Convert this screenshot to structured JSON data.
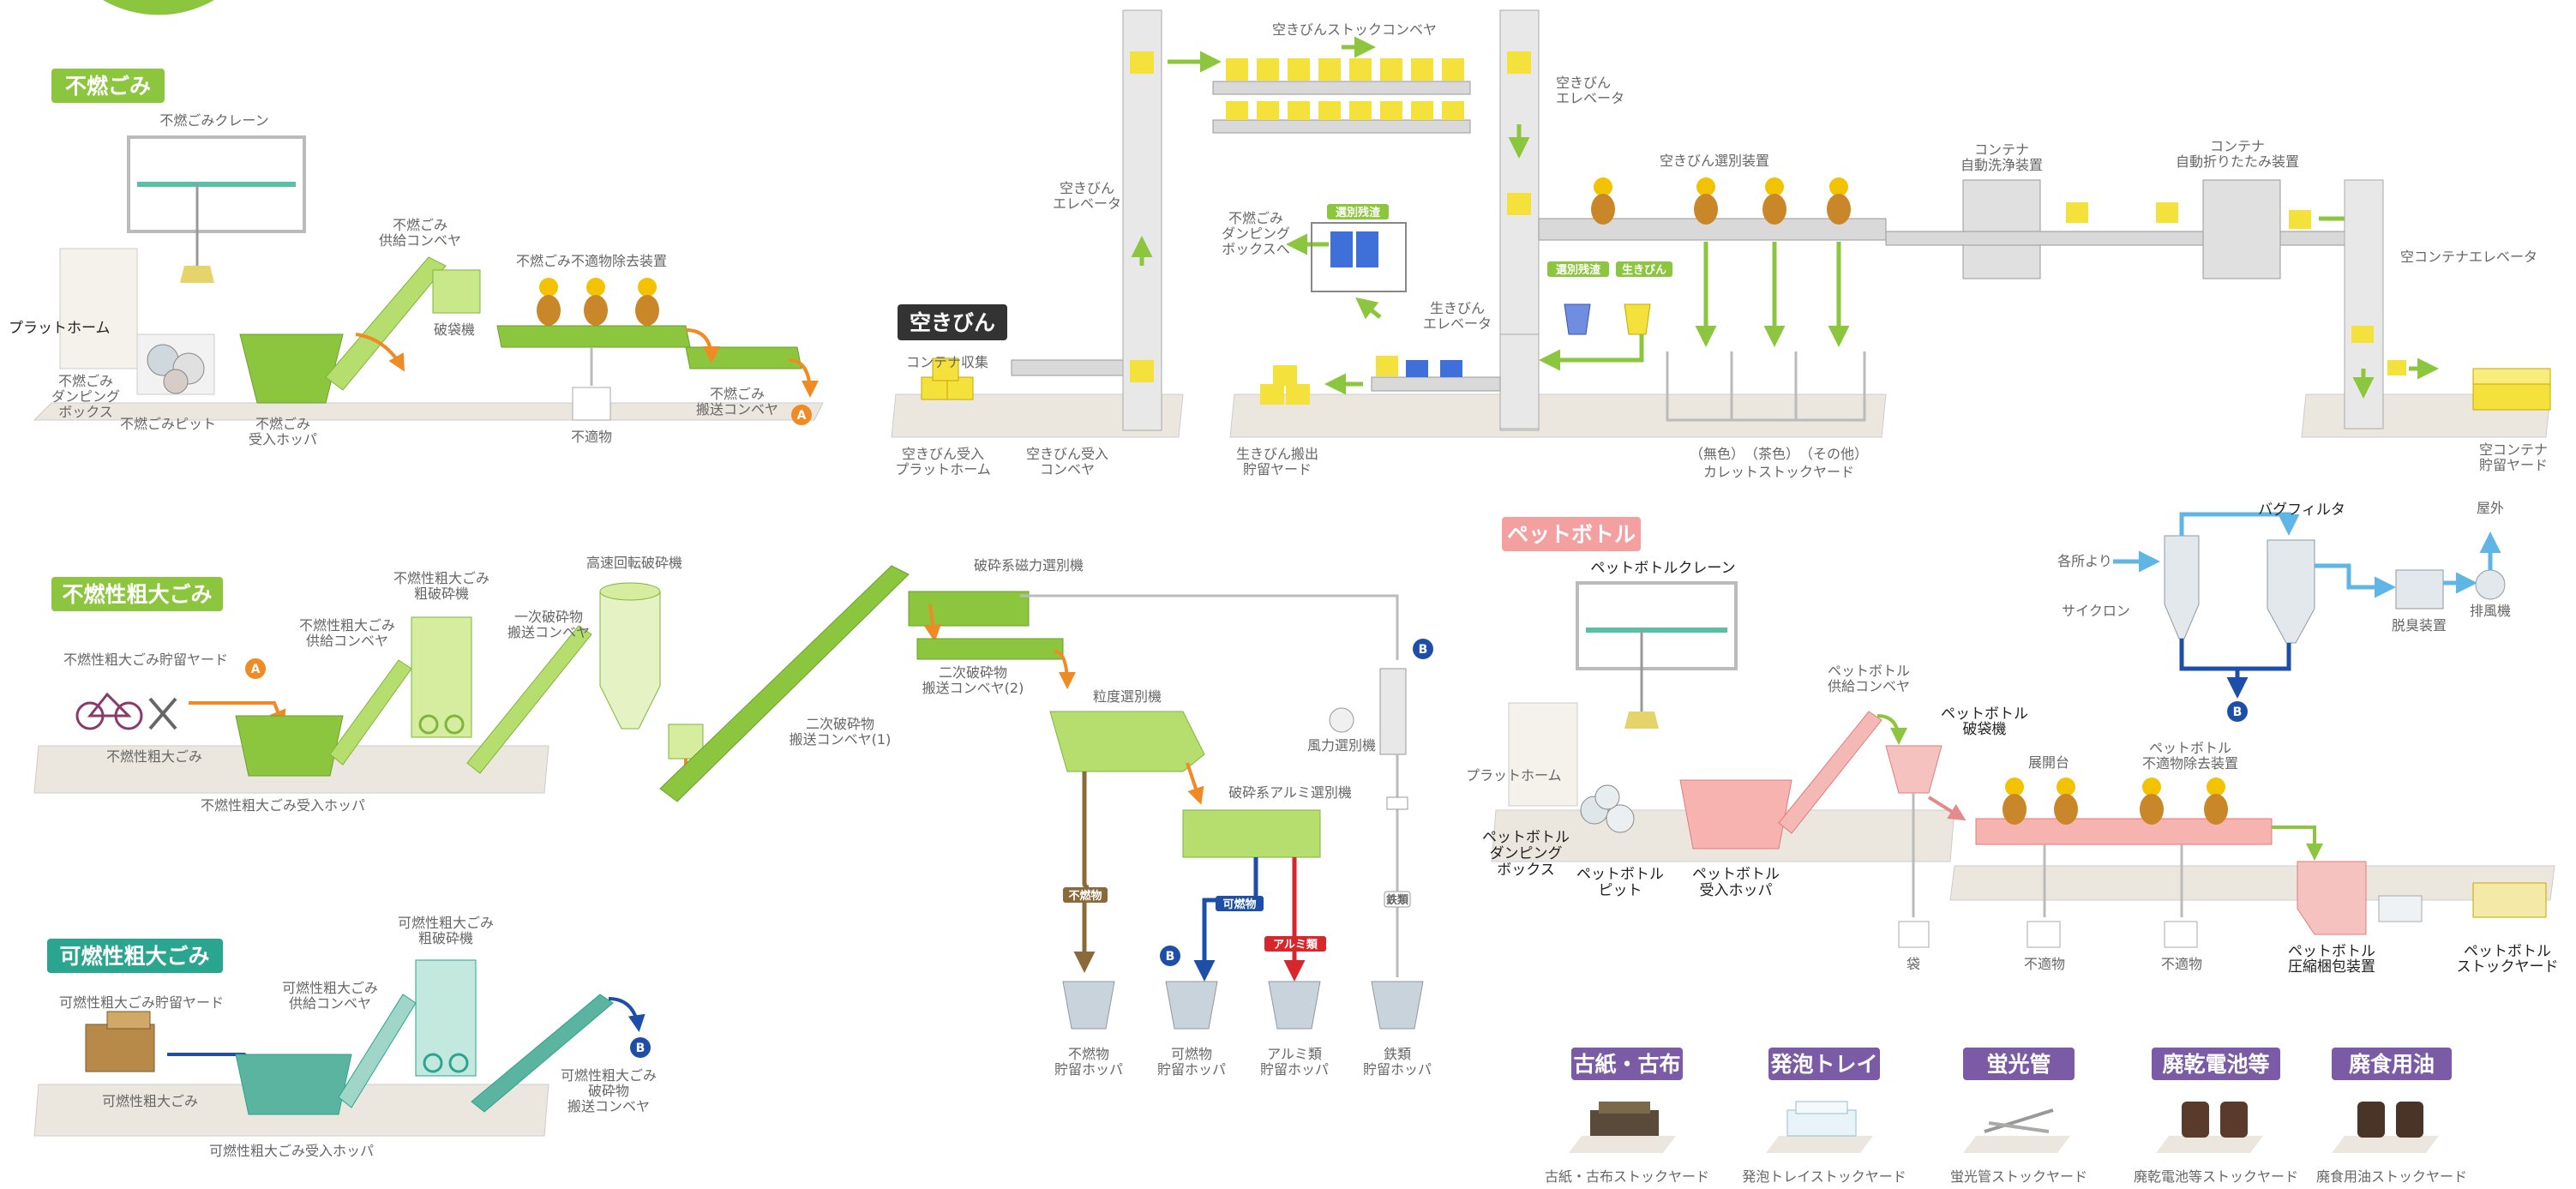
{
  "colors": {
    "green": "#8cc63f",
    "green_light": "#c8e88a",
    "teal": "#2aa58f",
    "pink": "#f4a0a0",
    "purple": "#7b5aa6",
    "dark": "#333333",
    "orange": "#f08a24",
    "blue": "#1e4fa8",
    "red": "#d8262d",
    "brown": "#8a6a3a",
    "floor": "#ece7de",
    "machine": "#d9d9d9",
    "worker": "#e2a13a"
  },
  "sections": {
    "funen": {
      "title": "不燃ごみ",
      "crane": "不燃ごみクレーン",
      "platform": "プラットホーム",
      "dumping_box": "不燃ごみ\nダンピング\nボックス",
      "pit": "不燃ごみピット",
      "hopper": "不燃ごみ\n受入ホッパ",
      "feed_conveyor": "不燃ごみ\n供給コンベヤ",
      "bag_breaker": "破袋機",
      "sorting": "不燃ごみ不適物除去装置",
      "unsuitable": "不適物",
      "transport": "不燃ごみ\n搬送コンベヤ",
      "marker": "A"
    },
    "akibin": {
      "title": "空きびん",
      "container_collect": "コンテナ収集",
      "platform": "空きびん受入\nプラットホーム",
      "receive_conveyor": "空きびん受入\nコンベヤ",
      "elevator_left": "空きびん\nエレベータ",
      "stock_conveyor": "空きびんストックコンベヤ",
      "elevator_right": "空きびん\nエレベータ",
      "to_dumping": "不燃ごみ\nダンピング\nボックスへ",
      "sorting_device": "空きびん選別装置",
      "tag_rejected": "選別残渣",
      "tag_rejected2": "選別残渣",
      "tag_living": "生きびん",
      "living_elevator": "生きびん\nエレベータ",
      "living_yard": "生きびん搬出\n貯留ヤード",
      "cullet_types": "（無色）　（茶色）　（その他）",
      "cullet_yard": "カレットストックヤード",
      "washer": "コンテナ\n自動洗浄装置",
      "folder": "コンテナ\n自動折りたたみ装置",
      "empty_elevator": "空コンテナエレベータ",
      "empty_yard": "空コンテナ\n貯留ヤード"
    },
    "sodai": {
      "title": "不燃性粗大ごみ",
      "storage_yard": "不燃性粗大ごみ貯留ヤード",
      "items_label": "不燃性粗大ごみ",
      "hopper": "不燃性粗大ごみ受入ホッパ",
      "feed_conveyor": "不燃性粗大ごみ\n供給コンベヤ",
      "crusher": "不燃性粗大ごみ\n粗破砕機",
      "primary_conveyor": "一次破砕物\n搬送コンベヤ",
      "rotary_crusher": "高速回転破砕機",
      "secondary_conveyor1": "二次破砕物\n搬送コンベヤ(1)",
      "magnetic": "破砕系磁力選別機",
      "secondary_conveyor2": "二次破砕物\n搬送コンベヤ(2)",
      "size_sorter": "粒度選別機",
      "wind_sorter": "風力選別機",
      "alumi_sorter": "破砕系アルミ選別機",
      "tag_noncomb": "不燃物",
      "tag_comb": "可燃物",
      "tag_alumi": "アルミ類",
      "tag_iron": "鉄類",
      "hopper_noncomb": "不燃物\n貯留ホッパ",
      "hopper_comb": "可燃物\n貯留ホッパ",
      "hopper_alumi": "アルミ類\n貯留ホッパ",
      "hopper_iron": "鉄類\n貯留ホッパ",
      "marker_a": "A",
      "marker_b1": "B",
      "marker_b2": "B"
    },
    "kanen": {
      "title": "可燃性粗大ごみ",
      "storage_yard": "可燃性粗大ごみ貯留ヤード",
      "items_label": "可燃性粗大ごみ",
      "hopper": "可燃性粗大ごみ受入ホッパ",
      "feed_conveyor": "可燃性粗大ごみ\n供給コンベヤ",
      "crusher": "可燃性粗大ごみ\n粗破砕機",
      "transport": "可燃性粗大ごみ\n破砕物\n搬送コンベヤ",
      "marker": "B"
    },
    "pet": {
      "title": "ペットボトル",
      "crane": "ペットボトルクレーン",
      "platform": "プラットホーム",
      "dumping_box": "ペットボトル\nダンピング\nボックス",
      "pit": "ペットボトル\nピット",
      "hopper": "ペットボトル\n受入ホッパ",
      "feed_conveyor": "ペットボトル\n供給コンベヤ",
      "bag_breaker": "ペットボトル\n破袋機",
      "bag": "袋",
      "table": "展開台",
      "sorting": "ペットボトル\n不適物除去装置",
      "unsuitable1": "不適物",
      "unsuitable2": "不適物",
      "compressor": "ペットボトル\n圧縮梱包装置",
      "stock_yard": "ペットボトル\nストックヤード"
    },
    "dust": {
      "from": "各所より",
      "cyclone": "サイクロン",
      "bag_filter": "バグフィルタ",
      "deodorizer": "脱臭装置",
      "exhaust_fan": "排風機",
      "outside": "屋外",
      "marker": "B"
    },
    "others": [
      {
        "title": "古紙・古布",
        "yard": "古紙・古布ストックヤード"
      },
      {
        "title": "発泡トレイ",
        "yard": "発泡トレイストックヤード"
      },
      {
        "title": "蛍光管",
        "yard": "蛍光管ストックヤード"
      },
      {
        "title": "廃乾電池等",
        "yard": "廃乾電池等ストックヤード"
      },
      {
        "title": "廃食用油",
        "yard": "廃食用油ストックヤード"
      }
    ]
  }
}
